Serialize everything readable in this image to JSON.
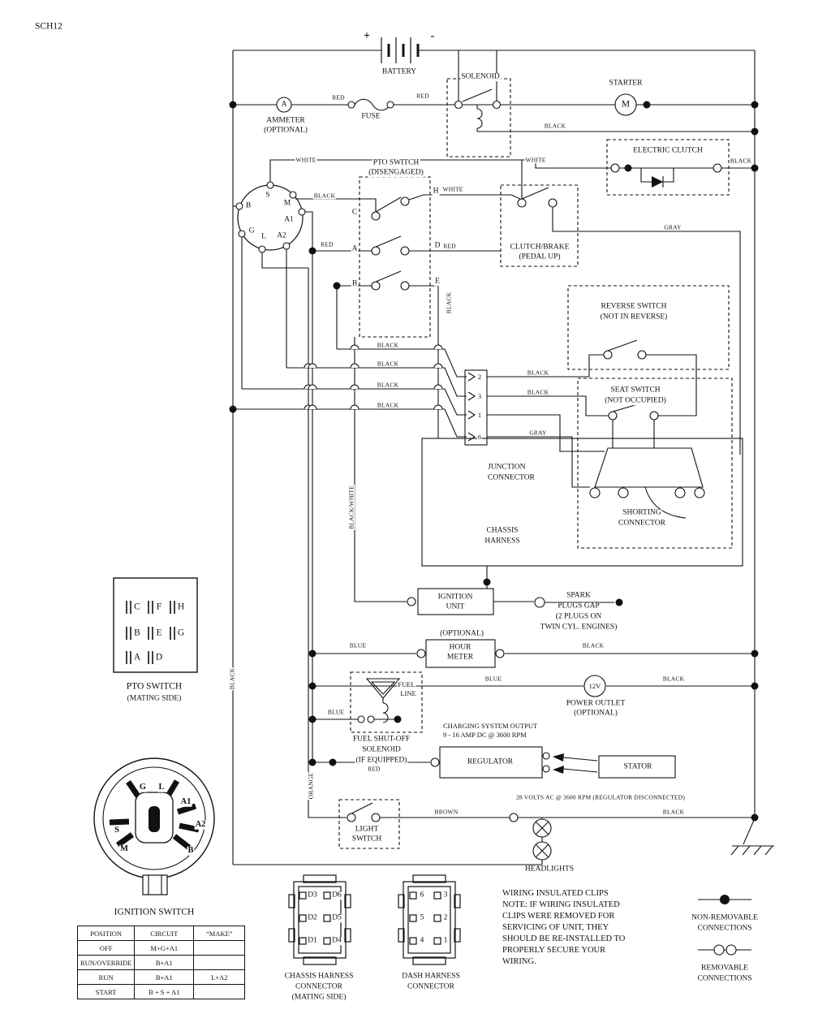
{
  "sheet": {
    "id": "SCH12"
  },
  "power": {
    "plus": "+",
    "minus": "-",
    "battery": "BATTERY",
    "solenoid": "SOLENOID",
    "starter": "STARTER",
    "starter_symbol": "M",
    "ammeter_symbol": "A",
    "ammeter": "AMMETER",
    "ammeter_note": "(OPTIONAL)",
    "fuse": "FUSE"
  },
  "wire": {
    "red": "RED",
    "black": "BLACK",
    "white": "WHITE",
    "gray": "GRAY",
    "blue": "BLUE",
    "brown": "BROWN",
    "orange": "ORANGE",
    "black_white": "BLACK/WHITE"
  },
  "components": {
    "electric_clutch": "ELECTRIC CLUTCH"
  },
  "switches": {
    "pto": {
      "title": "PTO SWITCH",
      "state": "(DISENGAGED)",
      "contacts_left": [
        "C",
        "A",
        "B"
      ],
      "contacts_right": [
        "H",
        "D",
        "E"
      ]
    },
    "ignition": {
      "terminals": [
        "S",
        "M",
        "B",
        "A1",
        "L",
        "A2",
        "G"
      ]
    },
    "clutch_brake": {
      "line1": "CLUTCH/BRAKE",
      "line2": "(PEDAL UP)"
    },
    "reverse": {
      "line1": "REVERSE SWITCH",
      "line2": "(NOT IN REVERSE)"
    },
    "seat": {
      "line1": "SEAT SWITCH",
      "line2": "(NOT OCCUPIED)"
    },
    "light": {
      "line1": "LIGHT",
      "line2": "SWITCH"
    }
  },
  "junction": {
    "line1": "JUNCTION",
    "line2": "CONNECTOR",
    "pins": [
      "2",
      "3",
      "1",
      "6"
    ]
  },
  "shorting": {
    "line1": "SHORTING",
    "line2": "CONNECTOR"
  },
  "chassis_harness": {
    "line1": "CHASSIS",
    "line2": "HARNESS"
  },
  "ignition_unit": {
    "line1": "IGNITION",
    "line2": "UNIT"
  },
  "spark": {
    "lines": [
      "SPARK",
      "PLUGS GAP",
      "(2 PLUGS ON",
      "TWIN CYL. ENGINES)"
    ]
  },
  "hour_meter": {
    "optional": "(OPTIONAL)",
    "line1": "HOUR",
    "line2": "METER"
  },
  "power_outlet": {
    "symbol": "12V",
    "line1": "POWER OUTLET",
    "line2": "(OPTIONAL)"
  },
  "fuel": {
    "line1": "FUEL",
    "line2": "LINE",
    "label1": "FUEL SHUT-OFF",
    "label2": "SOLENOID",
    "label3": "(IF EQUIPPED)"
  },
  "charging": {
    "line1": "CHARGING SYSTEM OUTPUT",
    "line2": "9 - 16 AMP DC @ 3600 RPM"
  },
  "regulator": {
    "label": "REGULATOR"
  },
  "stator": {
    "label": "STATOR",
    "note": "28 VOLTS AC @ 3600 RPM (REGULATOR DISCONNECTED)"
  },
  "headlights": {
    "label": "HEADLIGHTS"
  },
  "pto_mating": {
    "title": "PTO SWITCH",
    "subtitle": "(MATING SIDE)",
    "pins": [
      "C",
      "F",
      "H",
      "B",
      "E",
      "G",
      "A",
      "D"
    ]
  },
  "ignition_diagram": {
    "title": "IGNITION SWITCH",
    "terminals": {
      "g": "G",
      "l": "L",
      "a1": "A1",
      "a2": "A2",
      "s": "S",
      "m": "M",
      "b": "B"
    }
  },
  "table": {
    "headers": [
      "POSITION",
      "CIRCUIT",
      "“MAKE”"
    ],
    "rows": [
      [
        "OFF",
        "M+G+A1",
        ""
      ],
      [
        "RUN/OVERRIDE",
        "B+A1",
        ""
      ],
      [
        "RUN",
        "B+A1",
        "L+A2"
      ],
      [
        "START",
        "B + S + A1",
        ""
      ]
    ]
  },
  "chassis_connector": {
    "line1": "CHASSIS HARNESS",
    "line2": "CONNECTOR",
    "line3": "(MATING SIDE)",
    "pins_left": [
      "D3",
      "D2",
      "D1"
    ],
    "pins_right": [
      "D6",
      "D5",
      "D4"
    ]
  },
  "dash_connector": {
    "line1": "DASH HARNESS",
    "line2": "CONNECTOR",
    "pins_left": [
      "6",
      "5",
      "4"
    ],
    "pins_right": [
      "3",
      "2",
      "1"
    ]
  },
  "note": {
    "lines": [
      "WIRING INSULATED CLIPS",
      "NOTE: IF WIRING INSULATED",
      "CLIPS WERE REMOVED FOR",
      "SERVICING OF UNIT, THEY",
      "SHOULD BE RE-INSTALLED TO",
      "PROPERLY SECURE YOUR",
      "WIRING."
    ]
  },
  "legend": {
    "non_removable1": "NON-REMOVABLE",
    "non_removable2": "CONNECTIONS",
    "removable1": "REMOVABLE",
    "removable2": "CONNECTIONS"
  },
  "colors": {
    "ink": "#111111",
    "paper": "#ffffff"
  }
}
